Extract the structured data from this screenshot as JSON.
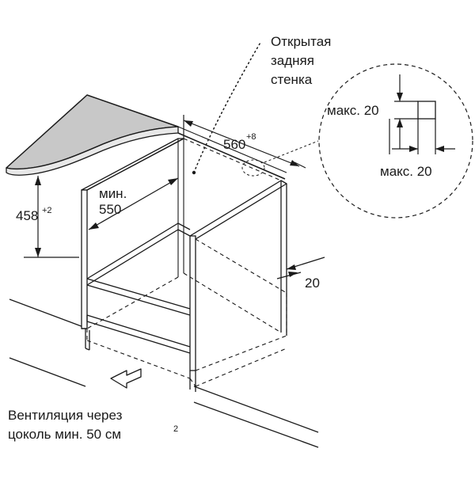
{
  "labels": {
    "open_back_line1": "Открытая",
    "open_back_line2": "задняя",
    "open_back_line3": "стенка",
    "width_value": "560",
    "width_tolerance": "+8",
    "height_value": "458",
    "height_tolerance": "+2",
    "depth_line1": "мин.",
    "depth_line2": "550",
    "gap_value": "20",
    "detail_max_vertical": "макс. 20",
    "detail_max_horizontal": "макс. 20",
    "ventilation_line1": "Вентиляция через",
    "ventilation_line2": "цоколь мин. 50 см",
    "ventilation_superscript": "2"
  },
  "colors": {
    "line": "#1a1a1a",
    "countertop_fill": "#c8c8c8",
    "background": "#ffffff"
  }
}
